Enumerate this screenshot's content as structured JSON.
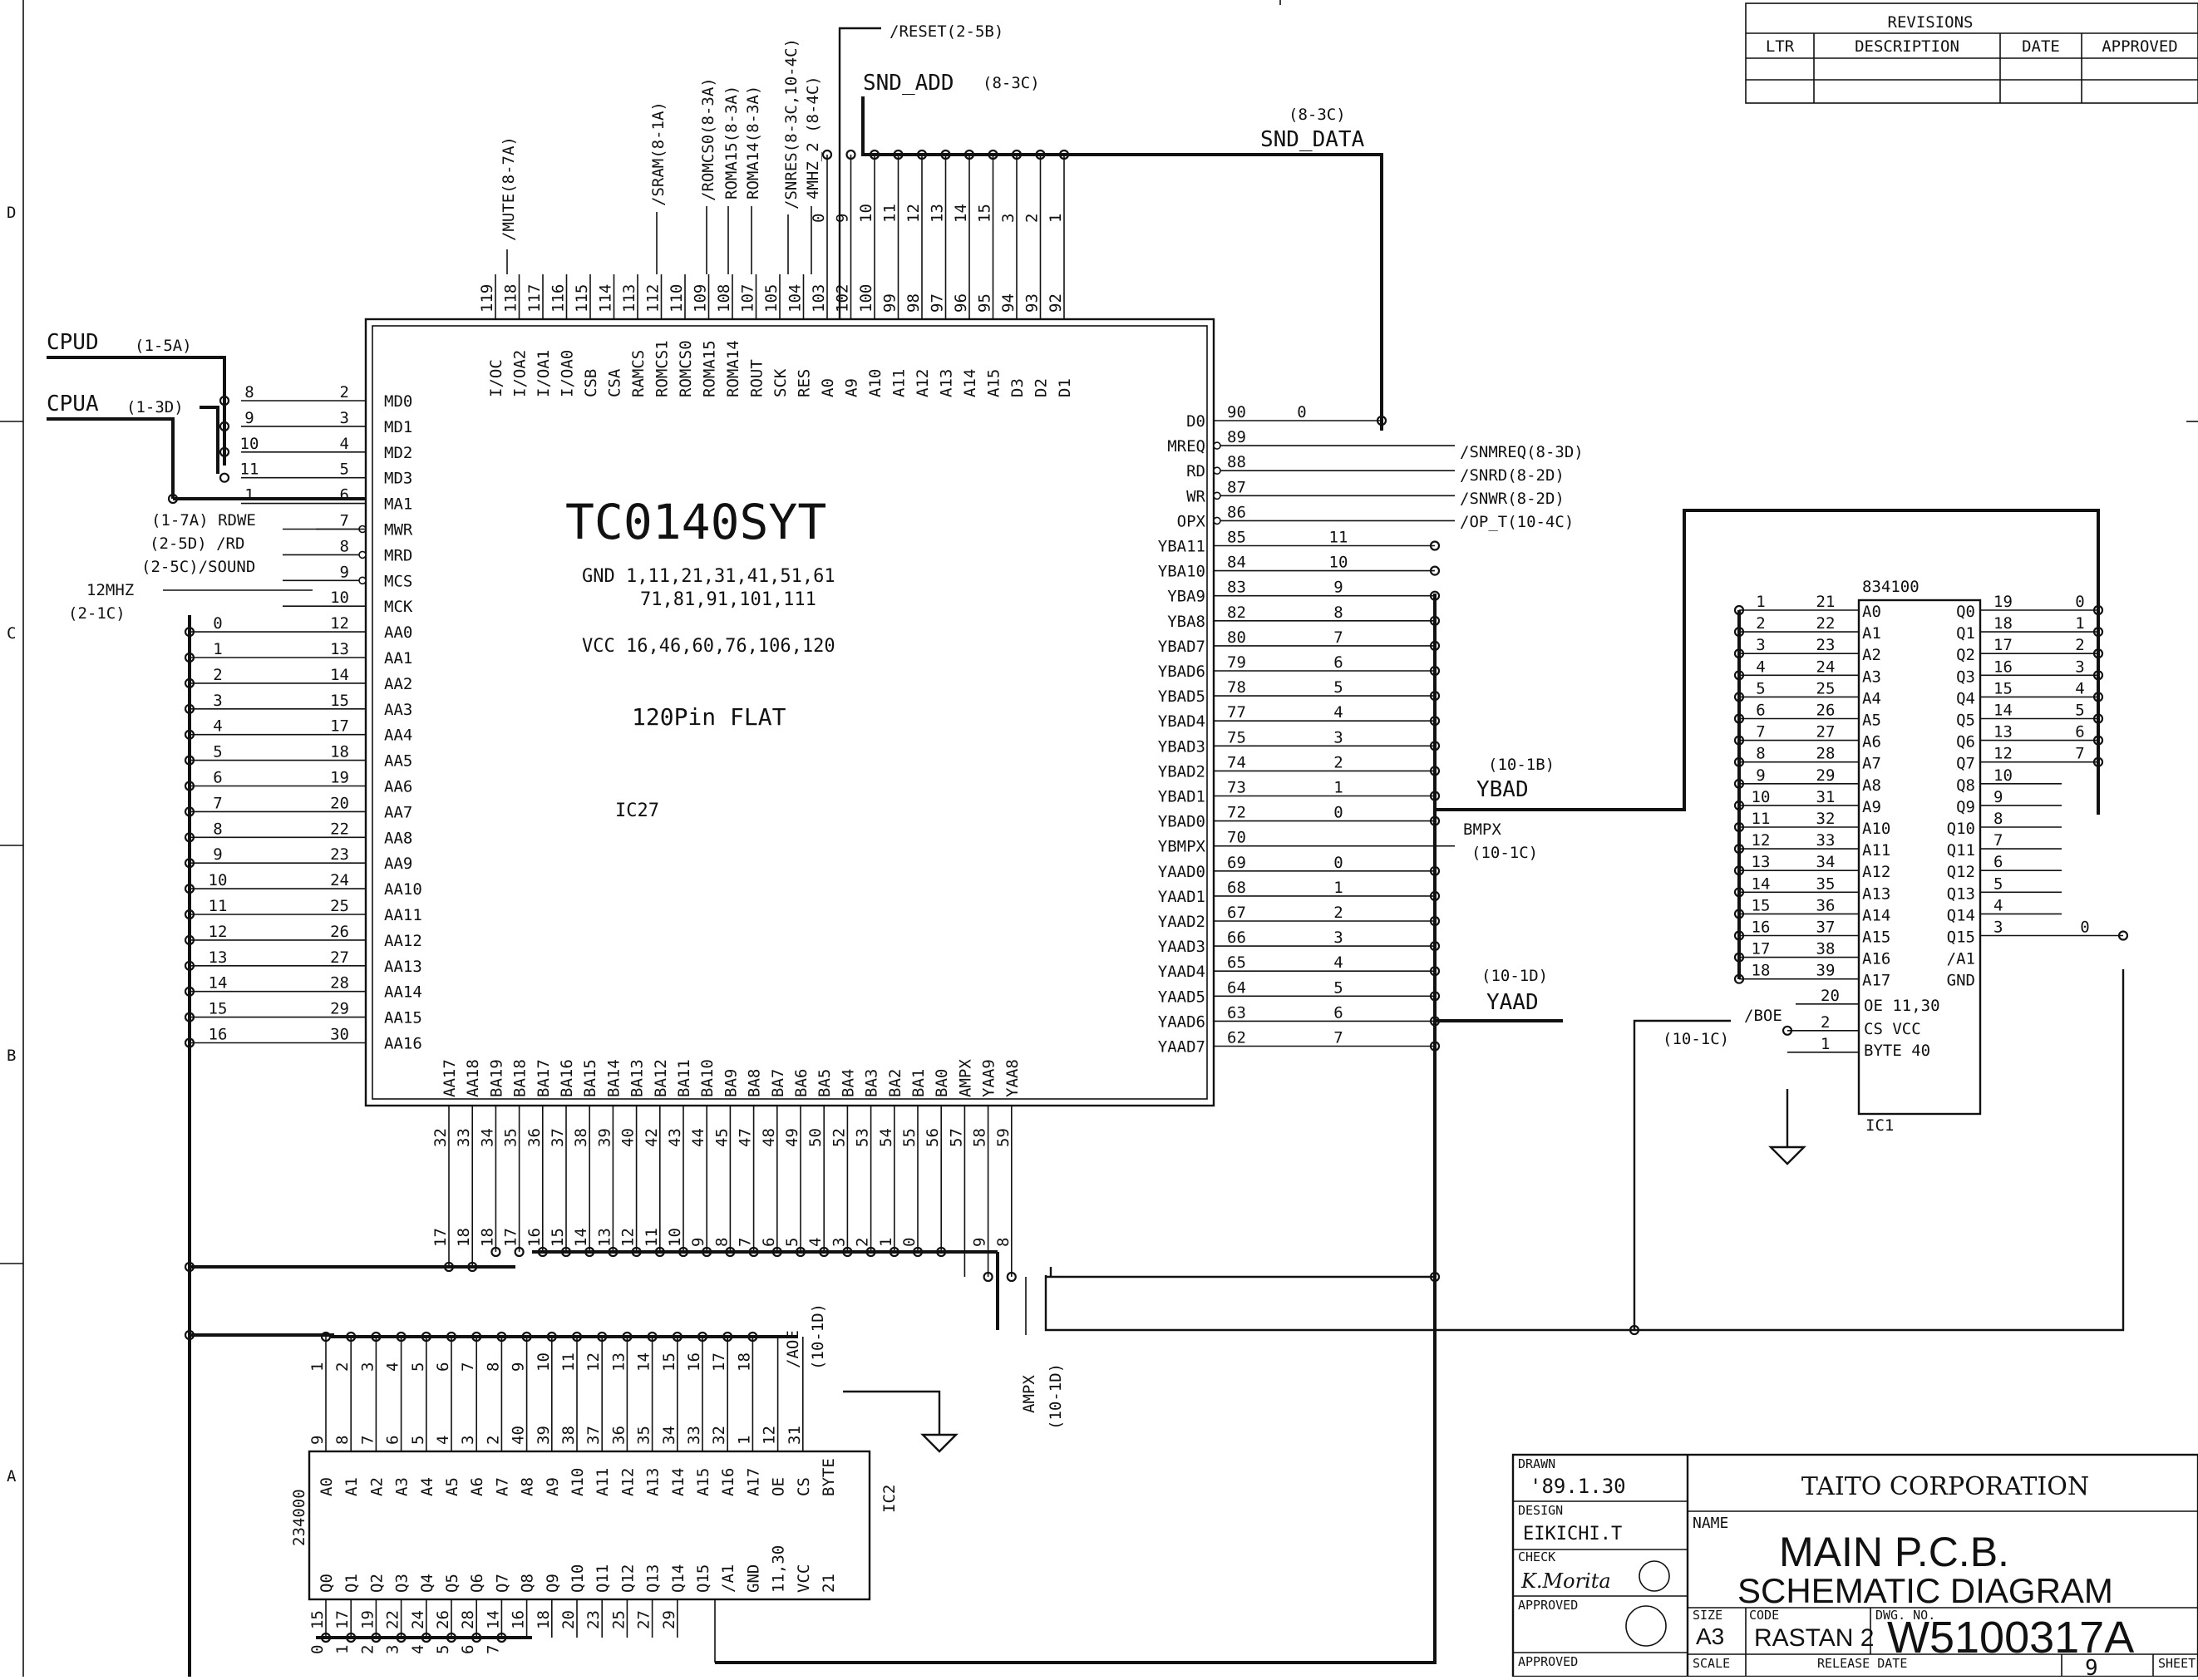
{
  "border_zones": [
    "D",
    "C",
    "B",
    "A"
  ],
  "revisions": {
    "title": "REVISIONS",
    "headers": [
      "LTR",
      "DESCRIPTION",
      "DATE",
      "APPROVED"
    ]
  },
  "ic27": {
    "part": "TC0140SYT",
    "gnd_line1": "GND 1,11,21,31,41,51,61",
    "gnd_line2": "71,81,91,101,111",
    "vcc": "VCC 16,46,60,76,106,120",
    "package": "120Pin FLAT",
    "ref": "IC27",
    "left_pins": [
      {
        "name": "MD0",
        "num": "2",
        "bus": "8"
      },
      {
        "name": "MD1",
        "num": "3",
        "bus": "9"
      },
      {
        "name": "MD2",
        "num": "4",
        "bus": "10"
      },
      {
        "name": "MD3",
        "num": "5",
        "bus": "11"
      },
      {
        "name": "MA1",
        "num": "6",
        "bus": "1"
      },
      {
        "name": "MWR",
        "num": "7",
        "bus": ""
      },
      {
        "name": "MRD",
        "num": "8",
        "bus": ""
      },
      {
        "name": "MCS",
        "num": "9",
        "bus": ""
      },
      {
        "name": "MCK",
        "num": "10",
        "bus": ""
      },
      {
        "name": "AA0",
        "num": "12",
        "bus": "0"
      },
      {
        "name": "AA1",
        "num": "13",
        "bus": "1"
      },
      {
        "name": "AA2",
        "num": "14",
        "bus": "2"
      },
      {
        "name": "AA3",
        "num": "15",
        "bus": "3"
      },
      {
        "name": "AA4",
        "num": "17",
        "bus": "4"
      },
      {
        "name": "AA5",
        "num": "18",
        "bus": "5"
      },
      {
        "name": "AA6",
        "num": "19",
        "bus": "6"
      },
      {
        "name": "AA7",
        "num": "20",
        "bus": "7"
      },
      {
        "name": "AA8",
        "num": "22",
        "bus": "8"
      },
      {
        "name": "AA9",
        "num": "23",
        "bus": "9"
      },
      {
        "name": "AA10",
        "num": "24",
        "bus": "10"
      },
      {
        "name": "AA11",
        "num": "25",
        "bus": "11"
      },
      {
        "name": "AA12",
        "num": "26",
        "bus": "12"
      },
      {
        "name": "AA13",
        "num": "27",
        "bus": "13"
      },
      {
        "name": "AA14",
        "num": "28",
        "bus": "14"
      },
      {
        "name": "AA15",
        "num": "29",
        "bus": "15"
      },
      {
        "name": "AA16",
        "num": "30",
        "bus": "16"
      }
    ],
    "right_pins": [
      {
        "name": "D0",
        "num": "90",
        "bus": "0"
      },
      {
        "name": "MREQ",
        "num": "89",
        "bus": ""
      },
      {
        "name": "RD",
        "num": "88",
        "bus": ""
      },
      {
        "name": "WR",
        "num": "87",
        "bus": ""
      },
      {
        "name": "OPX",
        "num": "86",
        "bus": ""
      },
      {
        "name": "YBA11",
        "num": "85",
        "bus": "11"
      },
      {
        "name": "YBA10",
        "num": "84",
        "bus": "10"
      },
      {
        "name": "YBA9",
        "num": "83",
        "bus": "9"
      },
      {
        "name": "YBA8",
        "num": "82",
        "bus": "8"
      },
      {
        "name": "YBAD7",
        "num": "80",
        "bus": "7"
      },
      {
        "name": "YBAD6",
        "num": "79",
        "bus": "6"
      },
      {
        "name": "YBAD5",
        "num": "78",
        "bus": "5"
      },
      {
        "name": "YBAD4",
        "num": "77",
        "bus": "4"
      },
      {
        "name": "YBAD3",
        "num": "75",
        "bus": "3"
      },
      {
        "name": "YBAD2",
        "num": "74",
        "bus": "2"
      },
      {
        "name": "YBAD1",
        "num": "73",
        "bus": "1"
      },
      {
        "name": "YBAD0",
        "num": "72",
        "bus": "0"
      },
      {
        "name": "YBMPX",
        "num": "70",
        "bus": ""
      },
      {
        "name": "YAAD0",
        "num": "69",
        "bus": "0"
      },
      {
        "name": "YAAD1",
        "num": "68",
        "bus": "1"
      },
      {
        "name": "YAAD2",
        "num": "67",
        "bus": "2"
      },
      {
        "name": "YAAD3",
        "num": "66",
        "bus": "3"
      },
      {
        "name": "YAAD4",
        "num": "65",
        "bus": "4"
      },
      {
        "name": "YAAD5",
        "num": "64",
        "bus": "5"
      },
      {
        "name": "YAAD6",
        "num": "63",
        "bus": "6"
      },
      {
        "name": "YAAD7",
        "num": "62",
        "bus": "7"
      }
    ],
    "top_pins": [
      {
        "name": "I/OC",
        "num": "119"
      },
      {
        "name": "I/OA2",
        "num": "118"
      },
      {
        "name": "I/OA1",
        "num": "117"
      },
      {
        "name": "I/OA0",
        "num": "116"
      },
      {
        "name": "CSB",
        "num": "115"
      },
      {
        "name": "CSA",
        "num": "114"
      },
      {
        "name": "RAMCS",
        "num": "113"
      },
      {
        "name": "ROMCS1",
        "num": "112"
      },
      {
        "name": "ROMCS0",
        "num": "110"
      },
      {
        "name": "ROMA15",
        "num": "109"
      },
      {
        "name": "ROMA14",
        "num": "108"
      },
      {
        "name": "ROUT",
        "num": "107"
      },
      {
        "name": "SCK",
        "num": "105"
      },
      {
        "name": "RES",
        "num": "104"
      },
      {
        "name": "A0",
        "num": "103"
      },
      {
        "name": "A9",
        "num": "102"
      },
      {
        "name": "A10",
        "num": "100"
      },
      {
        "name": "A11",
        "num": "99"
      },
      {
        "name": "A12",
        "num": "98"
      },
      {
        "name": "A13",
        "num": "97"
      },
      {
        "name": "A14",
        "num": "96"
      },
      {
        "name": "A15",
        "num": "95"
      },
      {
        "name": "D3",
        "num": "94"
      },
      {
        "name": "D2",
        "num": "93"
      },
      {
        "name": "D1",
        "num": "92"
      }
    ],
    "top_bus": [
      "0",
      "9",
      "10",
      "11",
      "12",
      "13",
      "14",
      "15",
      "3",
      "2",
      "1"
    ],
    "bottom_pins": [
      {
        "name": "AA17",
        "num": "32"
      },
      {
        "name": "AA18",
        "num": "33"
      },
      {
        "name": "BA19",
        "num": "34"
      },
      {
        "name": "BA18",
        "num": "35"
      },
      {
        "name": "BA17",
        "num": "36"
      },
      {
        "name": "BA16",
        "num": "37"
      },
      {
        "name": "BA15",
        "num": "38"
      },
      {
        "name": "BA14",
        "num": "39"
      },
      {
        "name": "BA13",
        "num": "40"
      },
      {
        "name": "BA12",
        "num": "42"
      },
      {
        "name": "BA11",
        "num": "43"
      },
      {
        "name": "BA10",
        "num": "44"
      },
      {
        "name": "BA9",
        "num": "45"
      },
      {
        "name": "BA8",
        "num": "47"
      },
      {
        "name": "BA7",
        "num": "48"
      },
      {
        "name": "BA6",
        "num": "49"
      },
      {
        "name": "BA5",
        "num": "50"
      },
      {
        "name": "BA4",
        "num": "52"
      },
      {
        "name": "BA3",
        "num": "53"
      },
      {
        "name": "BA2",
        "num": "54"
      },
      {
        "name": "BA1",
        "num": "55"
      },
      {
        "name": "BA0",
        "num": "56"
      },
      {
        "name": "AMPX",
        "num": "57"
      },
      {
        "name": "YAA9",
        "num": "58"
      },
      {
        "name": "YAA8",
        "num": "59"
      }
    ],
    "bottom_bus": [
      "17",
      "18",
      "18",
      "17",
      "16",
      "15",
      "14",
      "13",
      "12",
      "11",
      "10",
      "9",
      "8",
      "7",
      "6",
      "5",
      "4",
      "3",
      "2",
      "1",
      "0",
      "",
      "",
      "9",
      "8"
    ]
  },
  "top_signals": [
    "/MUTE(8-7A)",
    "/SRAM(8-1A)",
    "/ROMCS0(8-3A)",
    "ROMA15(8-3A)",
    "ROMA14(8-3A)",
    "/SNRES(8-3C,10-4C)",
    "4MHZ_2 (8-4C)"
  ],
  "reset_label": "/RESET(2-5B)",
  "snd_add": {
    "name": "SND_ADD",
    "ref": "(8-3C)"
  },
  "snd_data": {
    "name": "SND_DATA",
    "ref": "(8-3C)"
  },
  "cpud": {
    "name": "CPUD",
    "ref": "(1-5A)"
  },
  "cpua": {
    "name": "CPUA",
    "ref": "(1-3D)"
  },
  "left_signals": [
    {
      "label": "(1-7A) RDWE"
    },
    {
      "label": "(2-5D) /RD"
    },
    {
      "label": "(2-5C)/SOUND"
    },
    {
      "label": "12MHZ"
    },
    {
      "label": "(2-1C)"
    }
  ],
  "right_signals": [
    "/SNMREQ(8-3D)",
    "/SNRD(8-2D)",
    "/SNWR(8-2D)",
    "/OP_T(10-4C)"
  ],
  "ybad": {
    "name": "YBAD",
    "ref": "(10-1B)"
  },
  "bmpx": {
    "name": "BMPX",
    "ref": "(10-1C)"
  },
  "yaad": {
    "name": "YAAD",
    "ref": "(10-1D)"
  },
  "ic1": {
    "part": "834100",
    "ref": "IC1",
    "rows": [
      {
        "bus": "1",
        "pin": "21",
        "a": "A0",
        "q": "Q0",
        "qpin": "19",
        "qbus": "0"
      },
      {
        "bus": "2",
        "pin": "22",
        "a": "A1",
        "q": "Q1",
        "qpin": "18",
        "qbus": "1"
      },
      {
        "bus": "3",
        "pin": "23",
        "a": "A2",
        "q": "Q2",
        "qpin": "17",
        "qbus": "2"
      },
      {
        "bus": "4",
        "pin": "24",
        "a": "A3",
        "q": "Q3",
        "qpin": "16",
        "qbus": "3"
      },
      {
        "bus": "5",
        "pin": "25",
        "a": "A4",
        "q": "Q4",
        "qpin": "15",
        "qbus": "4"
      },
      {
        "bus": "6",
        "pin": "26",
        "a": "A5",
        "q": "Q5",
        "qpin": "14",
        "qbus": "5"
      },
      {
        "bus": "7",
        "pin": "27",
        "a": "A6",
        "q": "Q6",
        "qpin": "13",
        "qbus": "6"
      },
      {
        "bus": "8",
        "pin": "28",
        "a": "A7",
        "q": "Q7",
        "qpin": "12",
        "qbus": "7"
      },
      {
        "bus": "9",
        "pin": "29",
        "a": "A8",
        "q": "Q8",
        "qpin": "10",
        "qbus": ""
      },
      {
        "bus": "10",
        "pin": "31",
        "a": "A9",
        "q": "Q9",
        "qpin": "9",
        "qbus": ""
      },
      {
        "bus": "11",
        "pin": "32",
        "a": "A10",
        "q": "Q10",
        "qpin": "8",
        "qbus": ""
      },
      {
        "bus": "12",
        "pin": "33",
        "a": "A11",
        "q": "Q11",
        "qpin": "7",
        "qbus": ""
      },
      {
        "bus": "13",
        "pin": "34",
        "a": "A12",
        "q": "Q12",
        "qpin": "6",
        "qbus": ""
      },
      {
        "bus": "14",
        "pin": "35",
        "a": "A13",
        "q": "Q13",
        "qpin": "5",
        "qbus": ""
      },
      {
        "bus": "15",
        "pin": "36",
        "a": "A14",
        "q": "Q14",
        "qpin": "4",
        "qbus": ""
      },
      {
        "bus": "16",
        "pin": "37",
        "a": "A15",
        "q": "Q15",
        "qpin": "3",
        "qbus": "0"
      },
      {
        "bus": "17",
        "pin": "38",
        "a": "A16",
        "q": "/A1",
        "qpin": "",
        "qbus": ""
      },
      {
        "bus": "18",
        "pin": "39",
        "a": "A17",
        "q": "GND",
        "qpin": "",
        "qbus": ""
      }
    ],
    "oe": {
      "pin": "20",
      "name": "OE 11,30"
    },
    "cs": {
      "pin": "2",
      "name": "CS  VCC"
    },
    "byte": {
      "pin": "1",
      "name": "BYTE 40"
    },
    "boe": "/BOE",
    "boe_ref": "(10-1C)"
  },
  "ic2": {
    "part": "234000",
    "ref": "IC2",
    "top_bus": [
      "1",
      "2",
      "3",
      "4",
      "5",
      "6",
      "7",
      "8",
      "9",
      "10",
      "11",
      "12",
      "13",
      "14",
      "15",
      "16",
      "17",
      "18"
    ],
    "top_pins": [
      "9",
      "8",
      "7",
      "6",
      "5",
      "4",
      "3",
      "2",
      "40",
      "39",
      "38",
      "37",
      "36",
      "35",
      "34",
      "33",
      "32",
      "1",
      "12",
      "31"
    ],
    "a_names": [
      "A0",
      "A1",
      "A2",
      "A3",
      "A4",
      "A5",
      "A6",
      "A7",
      "A8",
      "A9",
      "A10",
      "A11",
      "A12",
      "A13",
      "A14",
      "A15",
      "A16",
      "A17",
      "OE",
      "CS",
      "BYTE"
    ],
    "q_names": [
      "Q0",
      "Q1",
      "Q2",
      "Q3",
      "Q4",
      "Q5",
      "Q6",
      "Q7",
      "Q8",
      "Q9",
      "Q10",
      "Q11",
      "Q12",
      "Q13",
      "Q14",
      "Q15",
      "/A1",
      "GND",
      "11,30",
      "VCC",
      "21"
    ],
    "bottom_pins": [
      "15",
      "17",
      "19",
      "22",
      "24",
      "26",
      "28",
      "14",
      "16",
      "18",
      "20",
      "23",
      "25",
      "27",
      "29"
    ],
    "bottom_bus": [
      "0",
      "1",
      "2",
      "3",
      "4",
      "5",
      "6",
      "7"
    ],
    "aoe": "/AOE",
    "aoe_ref": "(10-1D)",
    "ampx": "AMPX",
    "ampx_ref": "(10-1D)"
  },
  "title_block": {
    "drawn_label": "DRAWN",
    "drawn": "'89.1.30",
    "design_label": "DESIGN",
    "design": "EIKICHI.T",
    "check_label": "CHECK",
    "check": "K.Morita",
    "approved_label": "APPROVED",
    "approved2_label": "APPROVED",
    "company": "TAITO CORPORATION",
    "name_label": "NAME",
    "name1": "MAIN P.C.B.",
    "name2": "SCHEMATIC DIAGRAM",
    "size_label": "SIZE",
    "size": "A3",
    "code_label": "CODE",
    "code": "RASTAN 2",
    "dwg_label": "DWG. NO.",
    "dwg": "W5100317A",
    "scale_label": "SCALE",
    "release_label": "RELEASE DATE",
    "sheet_label": "SHEET",
    "sheet": "9"
  }
}
